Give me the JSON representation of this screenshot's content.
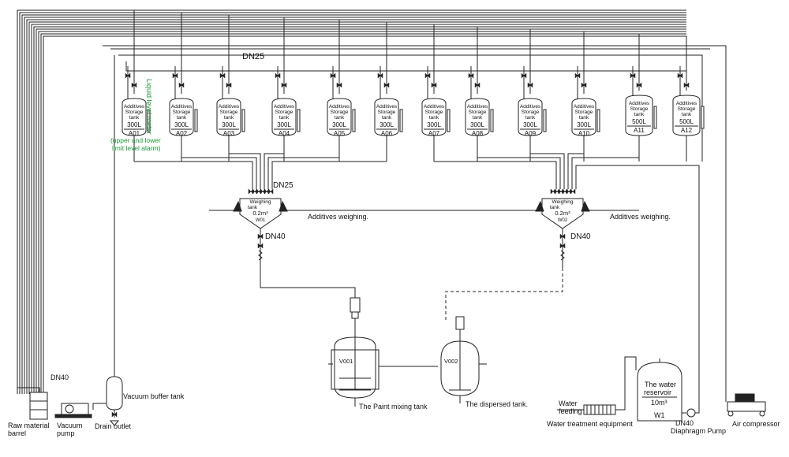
{
  "pipe_labels": {
    "main_line": "DN25",
    "weigh_inlet": "DN25",
    "weigh_outlet_1": "DN40",
    "weigh_outlet_2": "DN40",
    "vacuum_line": "DN40"
  },
  "storage_tanks": [
    {
      "l1": "Additives",
      "l2": "Storage",
      "l3": "tank",
      "cap": "300L",
      "id": "A01"
    },
    {
      "l1": "Additives",
      "l2": "Storage",
      "l3": "tank",
      "cap": "300L",
      "id": "A02"
    },
    {
      "l1": "Additives",
      "l2": "Storage",
      "l3": "tank",
      "cap": "300L",
      "id": "A03"
    },
    {
      "l1": "Additives",
      "l2": "Storage",
      "l3": "tank",
      "cap": "300L",
      "id": "A04"
    },
    {
      "l1": "Additives",
      "l2": "Storage",
      "l3": "tank",
      "cap": "300L",
      "id": "A05"
    },
    {
      "l1": "Additives",
      "l2": "Storage",
      "l3": "tank",
      "cap": "300L",
      "id": "A06"
    },
    {
      "l1": "Additives",
      "l2": "Storage",
      "l3": "tank",
      "cap": "300L",
      "id": "A07"
    },
    {
      "l1": "Additives",
      "l2": "Storage",
      "l3": "tank",
      "cap": "300L",
      "id": "A08"
    },
    {
      "l1": "Additives",
      "l2": "Storage",
      "l3": "tank",
      "cap": "300L",
      "id": "A09"
    },
    {
      "l1": "Additives",
      "l2": "Storage",
      "l3": "tank",
      "cap": "300L",
      "id": "A10"
    },
    {
      "l1": "Additives",
      "l2": "Storage",
      "l3": "tank",
      "cap": "500L",
      "id": "A11"
    },
    {
      "l1": "Additives",
      "l2": "Storage",
      "l3": "tank",
      "cap": "500L",
      "id": "A12"
    }
  ],
  "level_meter": {
    "vertical": "Liquid level meter",
    "line1": "(upper and lower",
    "line2": "limit level alarm)"
  },
  "weighing_tanks": [
    {
      "l1": "Weighing",
      "l2": "tank",
      "cap": "0.2m³",
      "id": "W01",
      "caption": "Additives weighing."
    },
    {
      "l1": "Weighing",
      "l2": "tank",
      "cap": "0.2m³",
      "id": "W02",
      "caption": "Additives weighing."
    }
  ],
  "mixers": {
    "paint": {
      "id": "V001",
      "caption": "The Paint mixing tank"
    },
    "dispersed": {
      "id": "V002",
      "caption": "The dispersed tank."
    }
  },
  "vacuum": {
    "buffer": "Vacuum buffer tank",
    "drain": "Drain outlet",
    "pump_l1": "Vacuum",
    "pump_l2": "pump"
  },
  "raw_material": {
    "l1": "Raw material",
    "l2": "barrel"
  },
  "water": {
    "feeding_l1": "Water",
    "feeding_l2": "feeding",
    "treatment": "Water treatment equipment",
    "reservoir_l1": "The water",
    "reservoir_l2": "reservoir",
    "volume": "10m³",
    "id": "W1",
    "pump_size": "DN40",
    "pump_name": "Diaphragm Pump",
    "compressor": "Air compressor"
  }
}
